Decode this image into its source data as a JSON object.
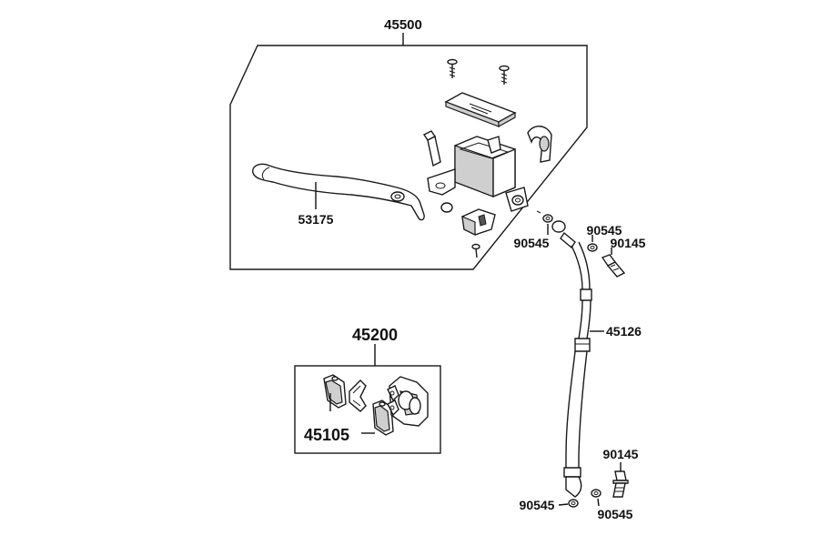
{
  "labels": {
    "master_cylinder_assembly": "45500",
    "brake_lever": "53175",
    "caliper_assembly": "45200",
    "brake_pads": "45105",
    "brake_hose": "45126",
    "washer_top_left": "90545",
    "washer_top_right": "90545",
    "banjo_bolt_top": "90145",
    "banjo_bolt_bottom": "90145",
    "washer_bottom_left": "90545",
    "washer_bottom_right": "90545"
  }
}
